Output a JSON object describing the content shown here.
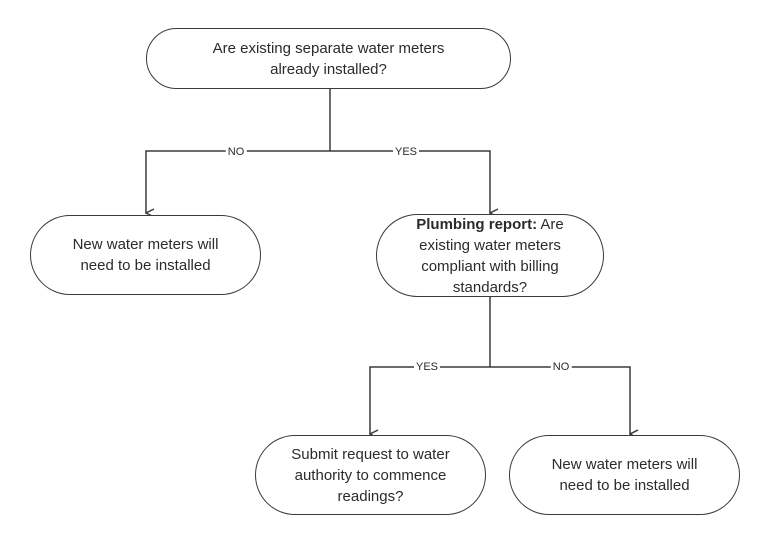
{
  "nodes": {
    "root": {
      "text": "Are existing separate water meters already installed?"
    },
    "left_outcome": {
      "text": "New water meters will need to be installed"
    },
    "plumbing": {
      "bold": "Plumbing report:",
      "text": "Are existing water meters compliant with billing standards?"
    },
    "submit": {
      "text": "Submit request to water authority to commence readings?"
    },
    "right_outcome": {
      "text": "New water meters will need to be installed"
    }
  },
  "edges": {
    "root_no": "NO",
    "root_yes": "YES",
    "plumbing_yes": "YES",
    "plumbing_no": "NO"
  },
  "colors": {
    "stroke": "#3a3a3a",
    "text": "#2b2b2b",
    "background": "#ffffff"
  }
}
